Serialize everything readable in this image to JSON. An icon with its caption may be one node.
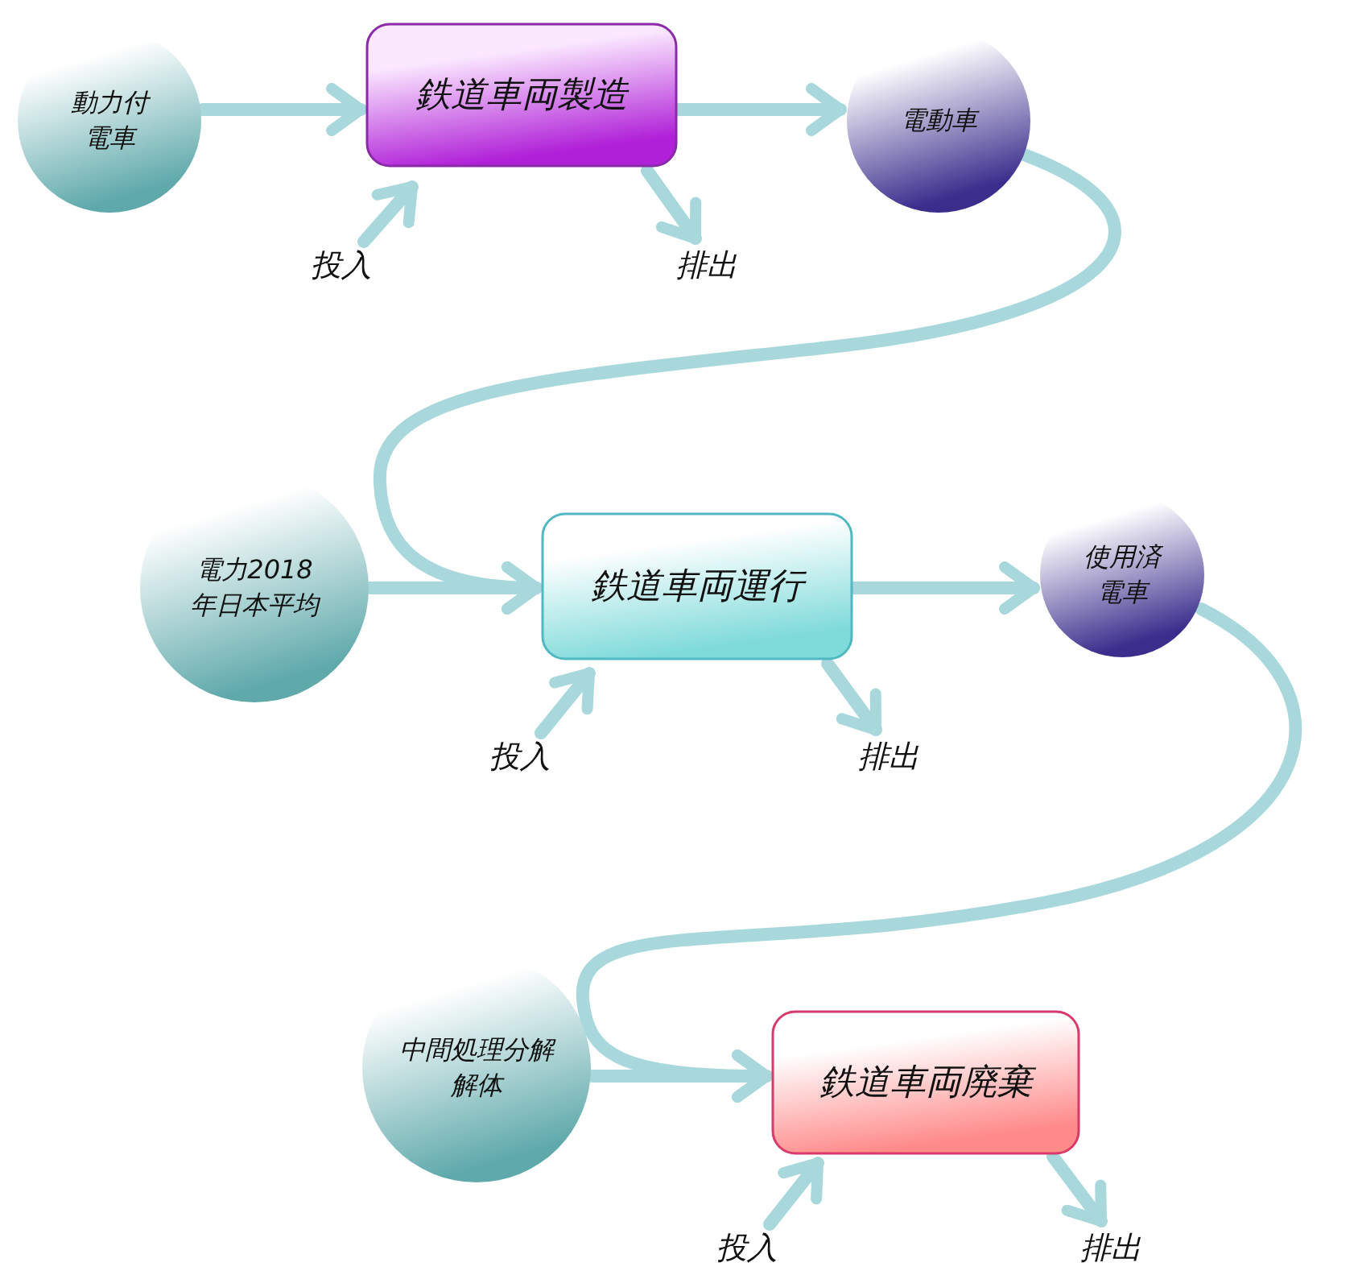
{
  "diagram": {
    "nodes": [
      {
        "text": [
          "動力付電車"
        ]
      },
      {
        "text": [
          "鉄道車両製造"
        ]
      },
      {
        "text": [
          "電動車"
        ]
      },
      {
        "text": [
          "投入"
        ]
      },
      {
        "text": [
          "排出"
        ]
      },
      {
        "text": [
          "電力2018年日本平均"
        ]
      },
      {
        "text": [
          "鉄道車両運行"
        ]
      },
      {
        "text": [
          "使用済電車"
        ]
      },
      {
        "text": [
          "投入"
        ]
      },
      {
        "text": [
          "排出"
        ]
      },
      {
        "text": [
          "中間処理分解解体"
        ]
      },
      {
        "text": [
          "鉄道車両廃棄"
        ]
      },
      {
        "text": [
          "投入"
        ]
      },
      {
        "text": [
          "排出"
        ]
      }
    ],
    "edges": [
      {
        "from": 0,
        "to": 1,
        "arrow": "to"
      },
      {
        "from": 1,
        "to": 2,
        "arrow": "to"
      },
      {
        "from": 3,
        "to": 1,
        "arrow": "to"
      },
      {
        "from": 1,
        "to": 4,
        "arrow": "to"
      },
      {
        "from": 2,
        "to": 6,
        "arrow": "to"
      },
      {
        "from": 5,
        "to": 6,
        "arrow": "to"
      },
      {
        "from": 6,
        "to": 7,
        "arrow": "to"
      },
      {
        "from": 8,
        "to": 6,
        "arrow": "to"
      },
      {
        "from": 6,
        "to": 9,
        "arrow": "to"
      },
      {
        "from": 7,
        "to": 11,
        "arrow": "to"
      },
      {
        "from": 10,
        "to": 11,
        "arrow": "to"
      },
      {
        "from": 12,
        "to": 11,
        "arrow": "to"
      },
      {
        "from": 11,
        "to": 13,
        "arrow": "to"
      }
    ]
  }
}
